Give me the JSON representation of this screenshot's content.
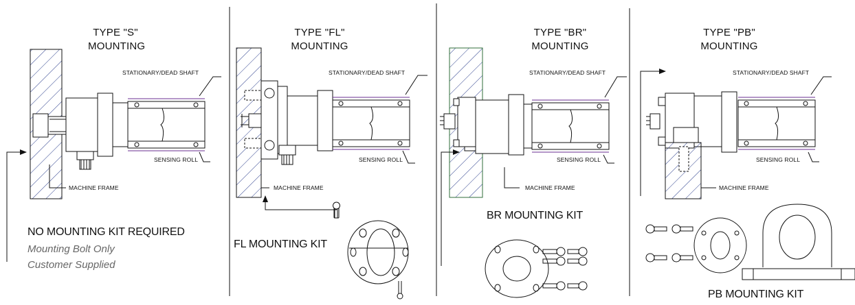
{
  "panels": [
    {
      "type_line1": "TYPE \"S\"",
      "type_line2": "MOUNTING",
      "shaft_label": "STATIONARY/DEAD SHAFT",
      "roll_label": "SENSING ROLL",
      "frame_label": "MACHINE FRAME",
      "kit_label": "NO MOUNTING KIT REQUIRED",
      "kit_note_1": "Mounting Bolt Only",
      "kit_note_2": "Customer Supplied"
    },
    {
      "type_line1": "TYPE \"FL\"",
      "type_line2": "MOUNTING",
      "shaft_label": "STATIONARY/DEAD SHAFT",
      "roll_label": "SENSING ROLL",
      "frame_label": "MACHINE FRAME",
      "kit_label": "FL MOUNTING KIT"
    },
    {
      "type_line1": "TYPE \"BR\"",
      "type_line2": "MOUNTING",
      "shaft_label": "STATIONARY/DEAD SHAFT",
      "roll_label": "SENSING ROLL",
      "frame_label": "MACHINE FRAME",
      "kit_label": "BR MOUNTING KIT"
    },
    {
      "type_line1": "TYPE \"PB\"",
      "type_line2": "MOUNTING",
      "shaft_label": "STATIONARY/DEAD SHAFT",
      "roll_label": "SENSING ROLL",
      "frame_label": "MACHINE FRAME",
      "kit_label": "PB MOUNTING KIT"
    }
  ],
  "colors": {
    "line": "#111111",
    "hatch": "#2b3e8c",
    "frame_green": "#2f6e3a",
    "roll_purple": "#6a2c91",
    "kit_note": "#666666"
  }
}
